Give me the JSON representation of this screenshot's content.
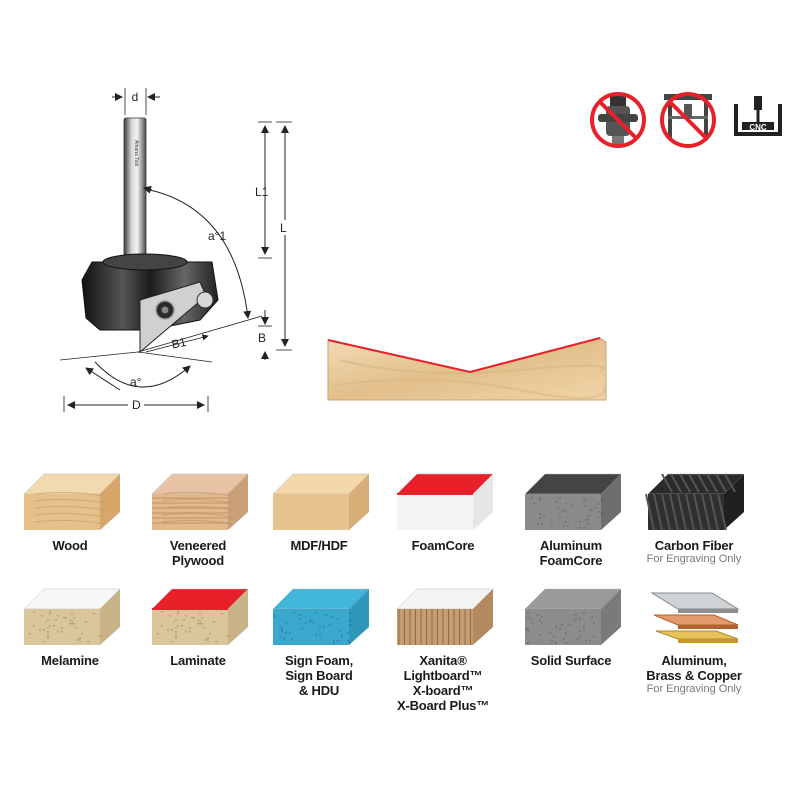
{
  "diagram": {
    "labels": {
      "d": "d",
      "L1": "L1",
      "L": "L",
      "a1": "a°1",
      "B1": "B1",
      "B": "B",
      "a": "a°",
      "D": "D"
    },
    "shank_text": "Amana Tool"
  },
  "machine_icons": [
    {
      "name": "no-handheld-router",
      "crossed": true
    },
    {
      "name": "no-router-table",
      "crossed": true
    },
    {
      "name": "cnc",
      "label": "CNC",
      "crossed": false
    }
  ],
  "materials": [
    {
      "id": "wood",
      "lines": [
        "Wood"
      ],
      "note": ""
    },
    {
      "id": "veneered-plywood",
      "lines": [
        "Veneered",
        "Plywood"
      ],
      "note": ""
    },
    {
      "id": "mdf-hdf",
      "lines": [
        "MDF/HDF"
      ],
      "note": ""
    },
    {
      "id": "foamcore",
      "lines": [
        "FoamCore"
      ],
      "note": ""
    },
    {
      "id": "aluminum-foamcore",
      "lines": [
        "Aluminum",
        "FoamCore"
      ],
      "note": ""
    },
    {
      "id": "carbon-fiber",
      "lines": [
        "Carbon Fiber"
      ],
      "note": "For Engraving Only"
    },
    {
      "id": "melamine",
      "lines": [
        "Melamine"
      ],
      "note": ""
    },
    {
      "id": "laminate",
      "lines": [
        "Laminate"
      ],
      "note": ""
    },
    {
      "id": "sign-foam",
      "lines": [
        "Sign Foam,",
        "Sign Board",
        "& HDU"
      ],
      "note": ""
    },
    {
      "id": "xanita",
      "lines": [
        "Xanita® Lightboard™",
        "X-board™",
        "X-Board Plus™"
      ],
      "note": ""
    },
    {
      "id": "solid-surface",
      "lines": [
        "Solid Surface"
      ],
      "note": ""
    },
    {
      "id": "aluminum-brass-copper",
      "lines": [
        "Aluminum,",
        "Brass & Copper"
      ],
      "note": "For Engraving Only"
    }
  ],
  "colors": {
    "accent_red": "#e8202a",
    "wood_light": "#eed2a6",
    "wood_dark": "#c99a62",
    "steel": "#2a2a2a"
  }
}
